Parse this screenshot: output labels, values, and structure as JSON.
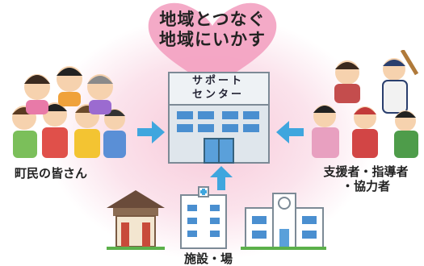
{
  "heart": {
    "line1": "地域とつなぐ",
    "line2": "地域にいかす"
  },
  "center": {
    "line1": "サポート",
    "line2": "センター"
  },
  "left_label": "町民の皆さん",
  "right_label": {
    "line1": "支援者・指導者",
    "line2": "・協力者"
  },
  "bottom_label": "施設・場",
  "colors": {
    "heart": "#f29bbd",
    "arrow": "#3fa6de",
    "building": "#d7dfe6",
    "window": "#4a8fd0"
  }
}
